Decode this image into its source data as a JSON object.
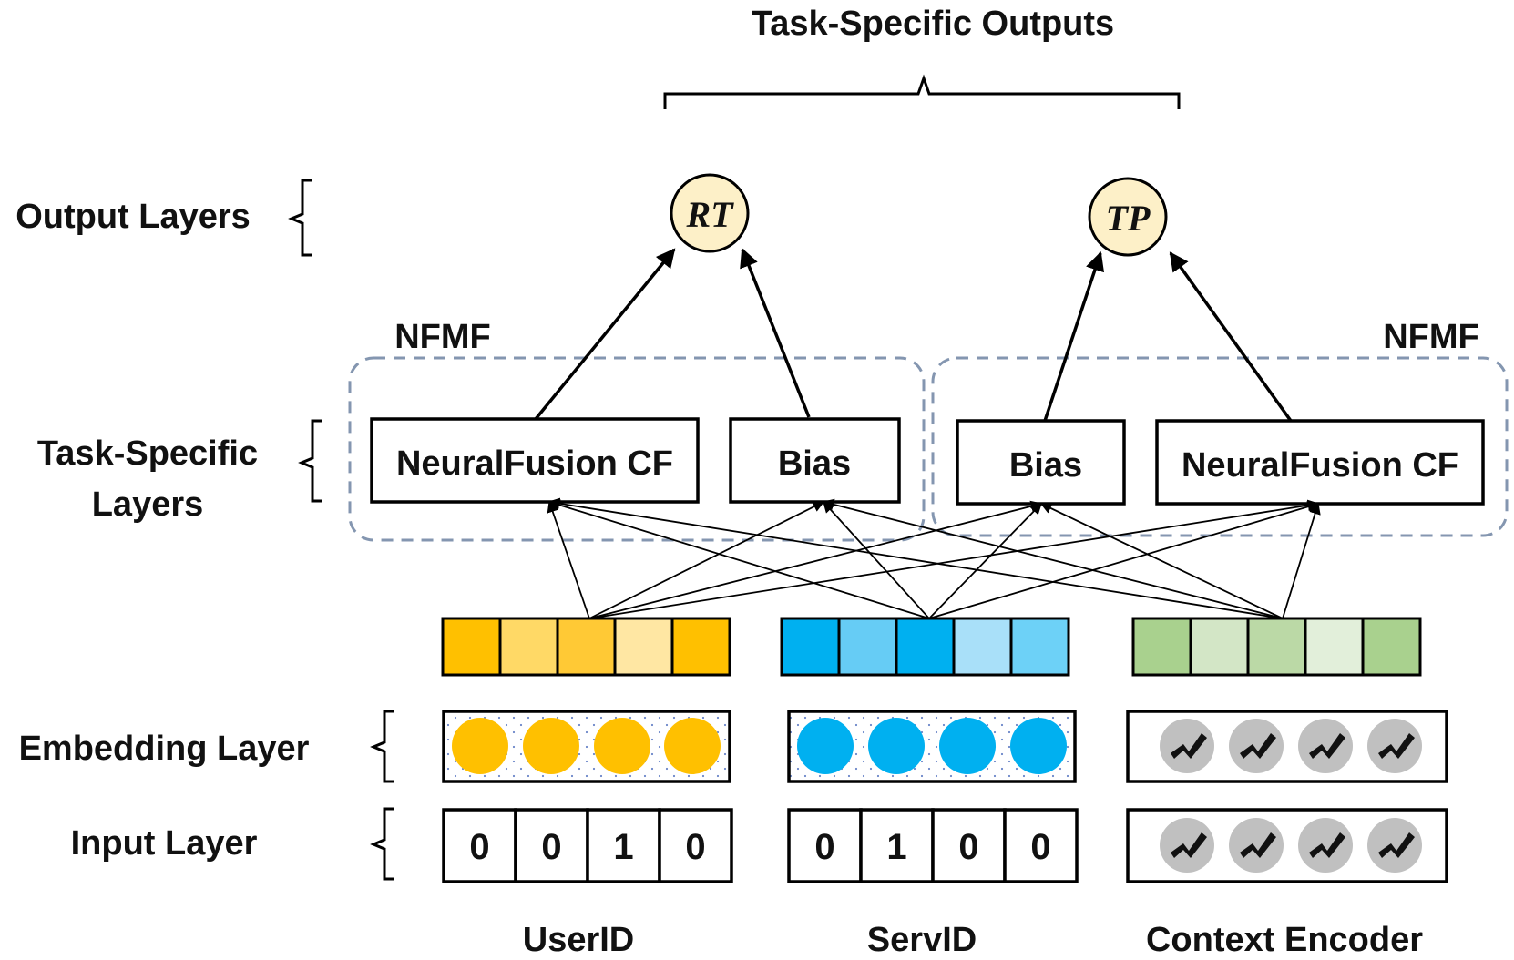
{
  "title": "Task-Specific Outputs",
  "layers": {
    "output": "Output Layers",
    "task_specific": [
      "Task-Specific",
      "Layers"
    ],
    "embedding": "Embedding Layer",
    "input": "Input Layer"
  },
  "nfmf_left": "NFMF",
  "nfmf_right": "NFMF",
  "outputs": {
    "rt": "RT",
    "tp": "TP"
  },
  "task_boxes": {
    "left_cf": "NeuralFusion CF",
    "left_bias": "Bias",
    "right_bias": "Bias",
    "right_cf": "NeuralFusion CF"
  },
  "inputs": {
    "user": [
      "0",
      "0",
      "1",
      "0"
    ],
    "serv": [
      "0",
      "1",
      "0",
      "0"
    ]
  },
  "bottom_labels": {
    "user": "UserID",
    "serv": "ServID",
    "context": "Context Encoder"
  },
  "colors": {
    "output_fill": "#fdf0c8",
    "nfmf_border": "#8496b0",
    "user_embed": [
      "#ffc000",
      "#ffd966",
      "#ffc935",
      "#ffe7a3",
      "#ffc000"
    ],
    "serv_embed": [
      "#00b0f0",
      "#66ccf5",
      "#00b0f0",
      "#a9e0f9",
      "#6dd1f7"
    ],
    "ctx_embed": [
      "#a9d18e",
      "#d3e6c6",
      "#bbd9a6",
      "#e2efda",
      "#a9d18e"
    ],
    "user_dot": "#ffc000",
    "serv_dot": "#00b0f0",
    "ctx_dot": "#c0c0c0"
  },
  "icons": {
    "context": "toggle-icon"
  }
}
